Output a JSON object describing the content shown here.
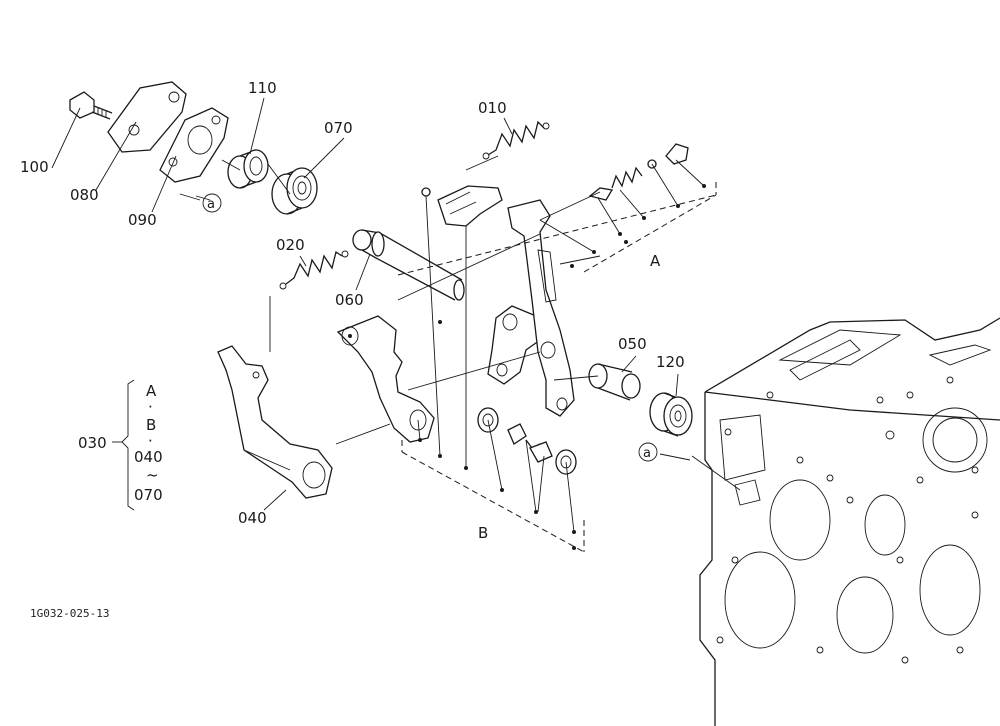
{
  "labels": {
    "p010": "010",
    "p020": "020",
    "p030": "030",
    "p040": "040",
    "p050": "050",
    "p060": "060",
    "p070": "070",
    "p080": "080",
    "p090": "090",
    "p100": "100",
    "p110": "110",
    "p120": "120"
  },
  "group_030": {
    "line1": "A",
    "line2": "B",
    "line3": "040",
    "line4": "~",
    "line5": "070"
  },
  "markers": {
    "group_a_upper": "A",
    "group_b_lower": "B",
    "circle_a_left": "a",
    "circle_a_right": "a"
  },
  "drawing_code": "1G032-025-13"
}
